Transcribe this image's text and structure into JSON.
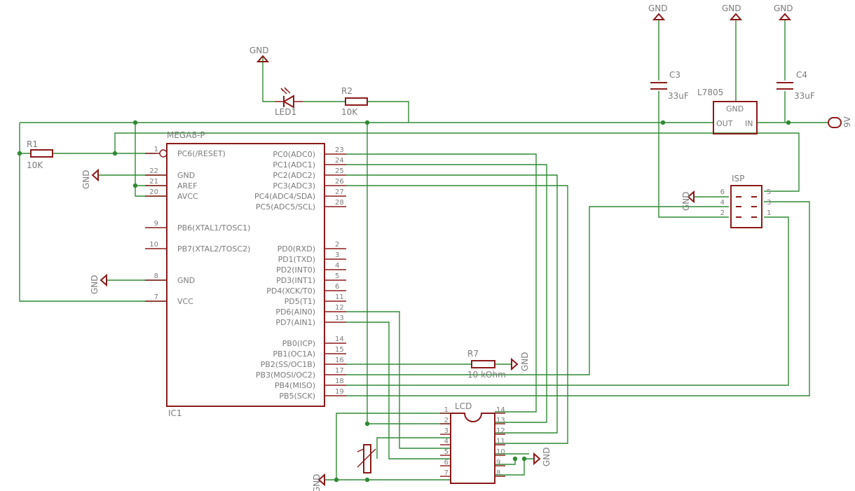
{
  "colors": {
    "wire": "#2f8a33",
    "part": "#8b1a1a",
    "text": "#7b7b7b"
  },
  "labels": {
    "gnd": "GND",
    "mega_name": "MEGA8-P",
    "ic1": "IC1",
    "r1": "R1",
    "r1_val": "10K",
    "r2": "R2",
    "r2_val": "10K",
    "r7": "R7",
    "r7_val": "10 kOhm",
    "led1": "LED1",
    "c3": "C3",
    "c3_val": "33uF",
    "c4": "C4",
    "c4_val": "33uF",
    "reg": "L7805",
    "reg_gnd": "GND",
    "reg_out": "OUT",
    "reg_in": "IN",
    "isp": "ISP",
    "lcd": "LCD",
    "v9": "9V"
  },
  "mega_left_pins": [
    {
      "num": "1",
      "name": "PC6(/RESET)"
    },
    {
      "num": "22",
      "name": "GND"
    },
    {
      "num": "21",
      "name": "AREF"
    },
    {
      "num": "20",
      "name": "AVCC"
    },
    {
      "num": "9",
      "name": "PB6(XTAL1/TOSC1)"
    },
    {
      "num": "10",
      "name": "PB7(XTAL2/TOSC2)"
    },
    {
      "num": "8",
      "name": "GND"
    },
    {
      "num": "7",
      "name": "VCC"
    }
  ],
  "mega_right_pins": [
    {
      "num": "23",
      "name": "PC0(ADC0)"
    },
    {
      "num": "24",
      "name": "PC1(ADC1)"
    },
    {
      "num": "25",
      "name": "PC2(ADC2)"
    },
    {
      "num": "26",
      "name": "PC3(ADC3)"
    },
    {
      "num": "27",
      "name": "PC4(ADC4/SDA)"
    },
    {
      "num": "28",
      "name": "PC5(ADC5/SCL)"
    },
    {
      "num": "2",
      "name": "PD0(RXD)"
    },
    {
      "num": "3",
      "name": "PD1(TXD)"
    },
    {
      "num": "4",
      "name": "PD2(INT0)"
    },
    {
      "num": "5",
      "name": "PD3(INT1)"
    },
    {
      "num": "6",
      "name": "PD4(XCK/T0)"
    },
    {
      "num": "11",
      "name": "PD5(T1)"
    },
    {
      "num": "12",
      "name": "PD6(AIN0)"
    },
    {
      "num": "13",
      "name": "PD7(AIN1)"
    },
    {
      "num": "14",
      "name": "PB0(ICP)"
    },
    {
      "num": "15",
      "name": "PB1(OC1A)"
    },
    {
      "num": "16",
      "name": "PB2(SS/OC1B)"
    },
    {
      "num": "17",
      "name": "PB3(MOSI/OC2)"
    },
    {
      "num": "18",
      "name": "PB4(MISO)"
    },
    {
      "num": "19",
      "name": "PB5(SCK)"
    }
  ],
  "isp_pins": {
    "left": [
      "6",
      "4",
      "2"
    ],
    "right": [
      "5",
      "3",
      "1"
    ]
  },
  "lcd_pins": {
    "left": [
      "1",
      "2",
      "3",
      "4",
      "5",
      "6",
      "7"
    ],
    "right": [
      "14",
      "13",
      "12",
      "11",
      "10",
      "9",
      "8"
    ]
  }
}
